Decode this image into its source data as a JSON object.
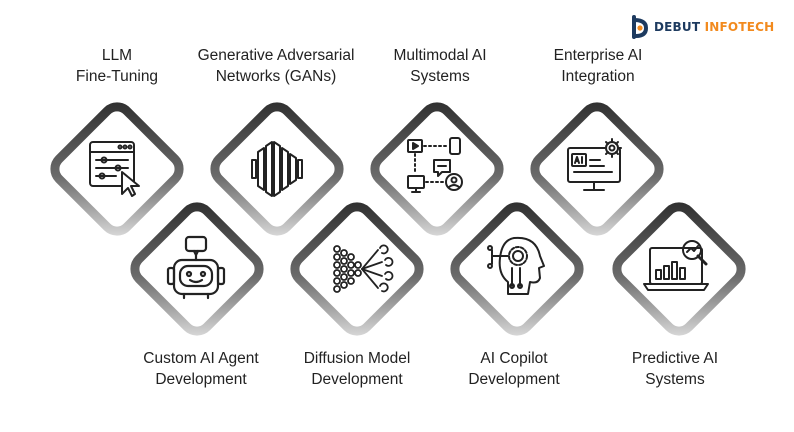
{
  "brand": {
    "name_part1": "DEBUT ",
    "name_part2": "INFOTECH",
    "color_primary": "#1d3a5f",
    "color_accent": "#f28a1e"
  },
  "colors": {
    "tile_border": "#3a3a3a",
    "tile_border_light": "#d4d4d4",
    "icon_stroke": "#222222"
  },
  "top_row": [
    {
      "line1": "LLM",
      "line2": "Fine-Tuning",
      "icon": "llm-finetuning-icon"
    },
    {
      "line1": "Generative Adversarial",
      "line2": "Networks (GANs)",
      "icon": "gan-icon"
    },
    {
      "line1": "Multimodal AI",
      "line2": "Systems",
      "icon": "multimodal-icon"
    },
    {
      "line1": "Enterprise AI",
      "line2": "Integration",
      "icon": "enterprise-integration-icon"
    }
  ],
  "bottom_row": [
    {
      "line1": "Custom AI Agent",
      "line2": "Development",
      "icon": "ai-agent-robot-icon"
    },
    {
      "line1": "Diffusion Model",
      "line2": "Development",
      "icon": "diffusion-model-icon"
    },
    {
      "line1": "AI Copilot",
      "line2": "Development",
      "icon": "ai-copilot-icon"
    },
    {
      "line1": "Predictive AI",
      "line2": "Systems",
      "icon": "predictive-ai-icon"
    }
  ]
}
